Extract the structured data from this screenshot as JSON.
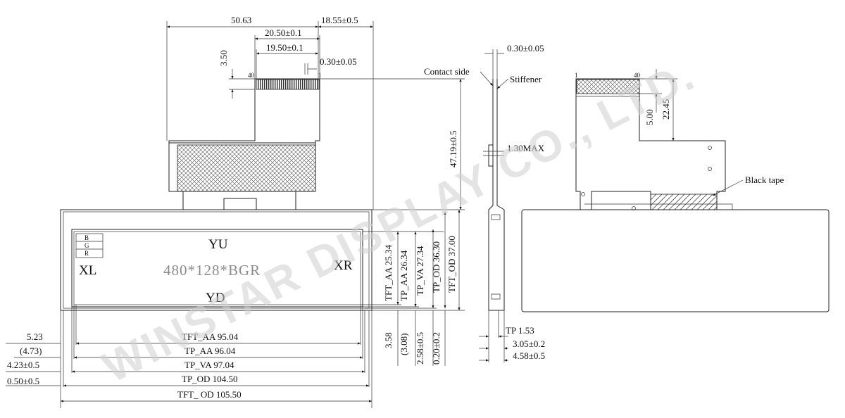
{
  "watermark": "WINSTAR DISPLAY CO., LTD.",
  "front_view": {
    "labels": {
      "yu": "YU",
      "yd": "YD",
      "xl": "XL",
      "xr": "XR",
      "model": "480*128*BGR",
      "pixel_b": "B",
      "pixel_g": "G",
      "pixel_r": "R",
      "pin_40": "40",
      "pin_1": "1"
    },
    "dims_top": {
      "fpc_offset": "50.63",
      "fpc_right": "18.55±0.5",
      "fpc_width": "20.50±0.1",
      "contact_width": "19.50±0.1",
      "pitch": "0.30±0.05",
      "contact_len": "3.50"
    },
    "dims_right": {
      "fpc_length": "47.19±0.5",
      "tft_aa": "TFT_AA 25.34",
      "tp_aa": "TP_AA 26.34",
      "tp_va": "TP_VA 27.34",
      "tp_od": "TP_OD 36.30",
      "tft_od": "TFT_OD 37.00",
      "off_358": "3.58",
      "off_308": "(3.08)",
      "off_258": "2.58±0.5",
      "off_020": "0.20±0.2"
    },
    "dims_bottom": {
      "tft_aa": "TFT_AA 95.04",
      "tp_aa": "TP_AA 96.04",
      "tp_va": "TP_VA 97.04",
      "tp_od": "TP_OD 104.50",
      "tft_od": "TFT_ OD 105.50",
      "left_523": "5.23",
      "left_473": "(4.73)",
      "left_423": "4.23±0.5",
      "left_050": "0.50±0.5"
    }
  },
  "side_view": {
    "pitch": "0.30±0.05",
    "contact_side": "Contact side",
    "stiffener": "Stiffener",
    "stiffener_thk": "1.30MAX",
    "tp_thk": "TP 1.53",
    "t_305": "3.05±0.2",
    "t_458": "4.58±0.5"
  },
  "back_view": {
    "pin_1": "1",
    "pin_40": "40",
    "dim_500": "5.00",
    "dim_2245": "22.45",
    "black_tape": "Black tape"
  }
}
